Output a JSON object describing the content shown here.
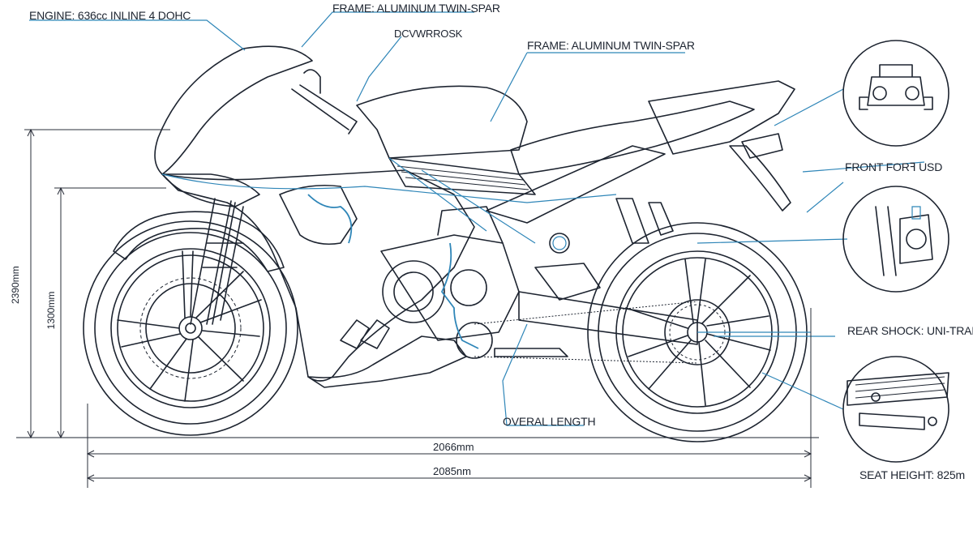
{
  "callouts": {
    "engine": "ENGINE: 636cc INLINE 4 DOHC",
    "frame_top": "FRAME: ALUMINUM TWIN-SPAR",
    "brakes": "DCVWRROSK",
    "frame_mid": "FRAME: ALUMINUM TWIN-SPAR",
    "front_fork": "FRONT FORꟻ USD",
    "rear_shock": "REAR SHOCK: UNI-TRAK",
    "overall_length": "OVERAL LENGTH",
    "seat_height": "SEAT HEIGHT: 825m"
  },
  "dimensions": {
    "height_outer": "2390mm",
    "height_inner": "1300mm",
    "length_top": "2066mm",
    "length_bottom": "2085nm"
  },
  "colors": {
    "ink": "#1d2430",
    "accent": "#2f86b8"
  }
}
